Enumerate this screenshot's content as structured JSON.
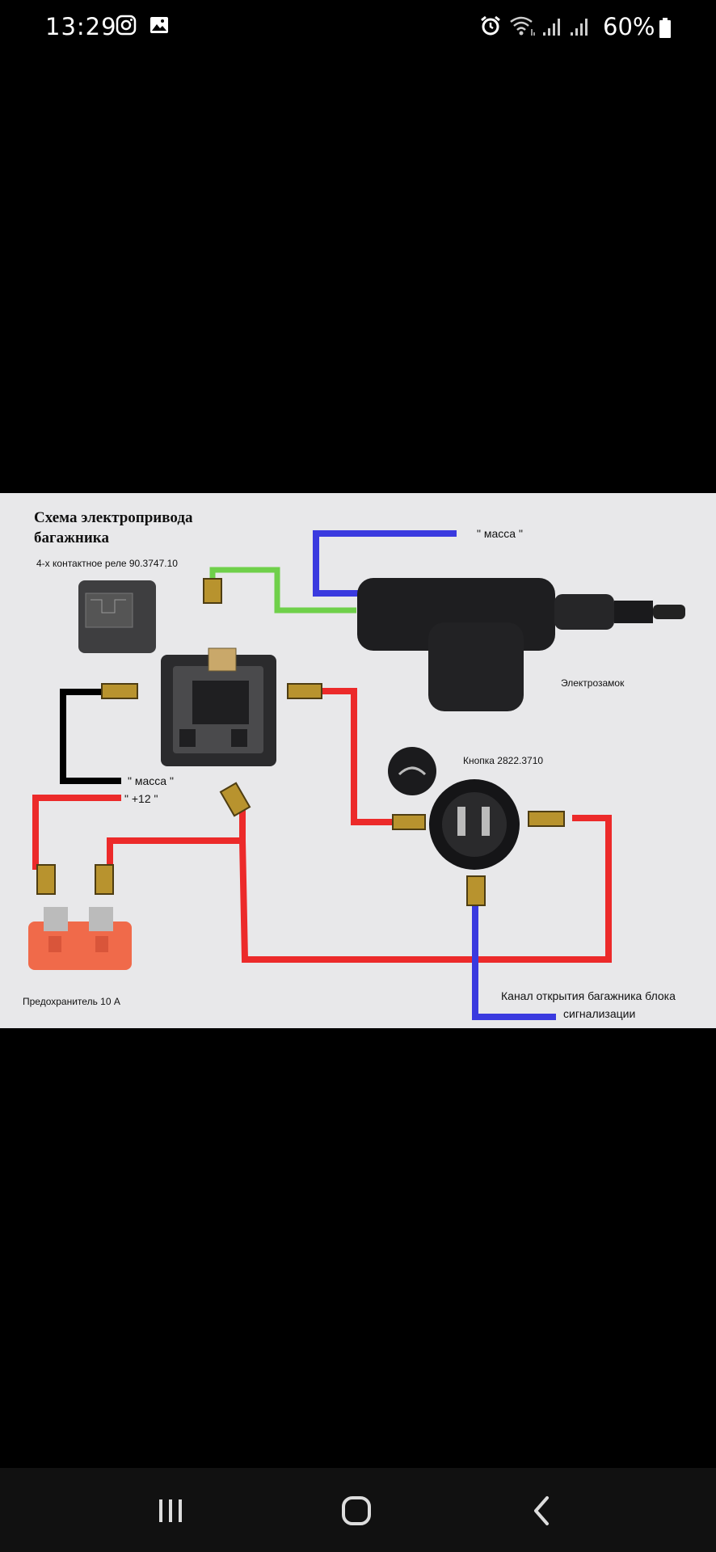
{
  "status_bar": {
    "time": "13:29",
    "battery_percent": "60%",
    "left_icons": [
      "instagram-icon",
      "gallery-icon"
    ],
    "right_icons": [
      "alarm-icon",
      "wifi-icon",
      "signal-icon",
      "signal-icon",
      "battery-icon"
    ]
  },
  "image": {
    "title_line1": "Схема электропривода",
    "title_line2": "багажника",
    "relay_label": "4-х контактное реле 90.3747.10",
    "ground_top": "\" масса \"",
    "lock_label": "Электрозамок",
    "button_label": "Кнопка 2822.3710",
    "ground_left": "\" масса \"",
    "plus12": "\" +12 \"",
    "fuse_label": "Предохранитель 10 А",
    "channel_line1": "Канал открытия багажника блока",
    "channel_line2": "сигнализации",
    "wire_colors": {
      "ground": "#3a3adf",
      "control": "#6fd04a",
      "power": "#ec2a2a",
      "neutral": "#000000"
    }
  },
  "nav_bar": {
    "buttons": [
      "recent-apps",
      "home",
      "back"
    ]
  }
}
